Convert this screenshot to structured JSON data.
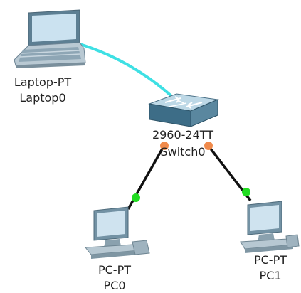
{
  "devices": [
    {
      "id": "laptop",
      "model": "Laptop-PT",
      "name": "Laptop0",
      "icon": "laptop-icon"
    },
    {
      "id": "switch",
      "model": "2960-24TT",
      "name": "Switch0",
      "icon": "switch-icon"
    },
    {
      "id": "pc0",
      "model": "PC-PT",
      "name": "PC0",
      "icon": "pc-icon"
    },
    {
      "id": "pc1",
      "model": "PC-PT",
      "name": "PC1",
      "icon": "pc-icon"
    }
  ],
  "links": [
    {
      "from": "laptop",
      "to": "switch",
      "type": "console",
      "color": "#3ee0e4"
    },
    {
      "from": "switch",
      "to": "pc0",
      "type": "copper-straight-through",
      "color": "#111111",
      "status_switch": "orange",
      "status_pc": "green"
    },
    {
      "from": "switch",
      "to": "pc1",
      "type": "copper-straight-through",
      "color": "#111111",
      "status_switch": "orange",
      "status_pc": "green"
    }
  ],
  "colors": {
    "status_orange": "#f08a4b",
    "status_green": "#22dd22"
  }
}
